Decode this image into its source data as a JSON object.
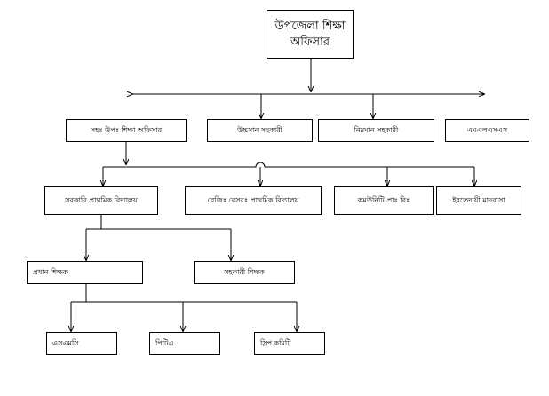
{
  "org_chart": {
    "root": {
      "label": "উপজেলা শিক্ষা অফিসার"
    },
    "level1": [
      {
        "label": "সহঃ উপঃ শিক্ষা অফিসার"
      },
      {
        "label": "উচ্চমান সহকারী"
      },
      {
        "label": "নিম্নমান সহকারী"
      },
      {
        "label": "এমএলএসএস"
      }
    ],
    "level2": [
      {
        "label": "সরকারি প্রাথমিক বিদ্যালয়"
      },
      {
        "label": "রেজিঃ বেসরঃ প্রাথমিক বিদ্যালয়"
      },
      {
        "label": "কমউনিটি প্রাঃ বিঃ"
      },
      {
        "label": "ইবতেদায়ী মাদরাসা"
      }
    ],
    "level3": [
      {
        "label": "প্রধান শিক্ষক"
      },
      {
        "label": "সহকারী শিক্ষক"
      }
    ],
    "level4": [
      {
        "label": "এসএমসি"
      },
      {
        "label": "পিটিএ"
      },
      {
        "label": "স্লিপ কমিটি"
      }
    ]
  }
}
